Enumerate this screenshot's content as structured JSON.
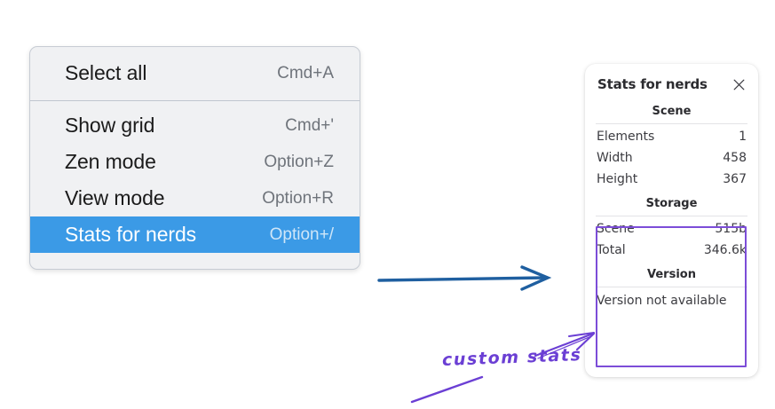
{
  "menu": {
    "groups": [
      {
        "items": [
          {
            "label": "Select all",
            "shortcut": "Cmd+A",
            "selected": false,
            "name": "menu-item-select-all"
          }
        ]
      },
      {
        "items": [
          {
            "label": "Show grid",
            "shortcut": "Cmd+'",
            "selected": false,
            "name": "menu-item-show-grid"
          },
          {
            "label": "Zen mode",
            "shortcut": "Option+Z",
            "selected": false,
            "name": "menu-item-zen-mode"
          },
          {
            "label": "View mode",
            "shortcut": "Option+R",
            "selected": false,
            "name": "menu-item-view-mode"
          },
          {
            "label": "Stats for nerds",
            "shortcut": "Option+/",
            "selected": true,
            "name": "menu-item-stats-for-nerds"
          }
        ]
      }
    ]
  },
  "stats_panel": {
    "title": "Stats for nerds",
    "close_icon": "close-icon",
    "sections": [
      {
        "heading": "Scene",
        "rows": [
          {
            "key": "Elements",
            "value": "1"
          },
          {
            "key": "Width",
            "value": "458"
          },
          {
            "key": "Height",
            "value": "367"
          }
        ]
      },
      {
        "heading": "Storage",
        "rows": [
          {
            "key": "Scene",
            "value": "515b"
          },
          {
            "key": "Total",
            "value": "346.6k"
          }
        ]
      },
      {
        "heading": "Version",
        "full_rows": [
          "Version not available"
        ]
      }
    ]
  },
  "annotations": {
    "handwriting": "custom stats",
    "blue_arrow_icon": "right-arrow-icon",
    "purple_arrow_icon": "pointer-arrow-icon",
    "highlight_color": "#7c4dd8",
    "ink_color": "#6b3fd4",
    "blue_color": "#1f5fa0"
  },
  "colors": {
    "menu_background": "#f0f1f3",
    "menu_border": "#c7ccd4",
    "selection_blue": "#3b9ae6",
    "page_background": "#ffffff"
  }
}
